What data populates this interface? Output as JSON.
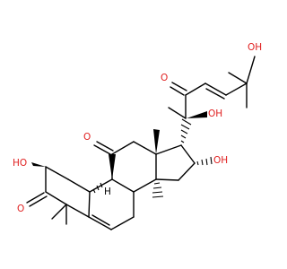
{
  "colors": {
    "bond": "#000000",
    "oxygen": "#e02020",
    "hydrogen": "#000000"
  },
  "labels": {
    "ho_top_right": "OH",
    "ketone_side_chain": "O",
    "oh_c20": "OH",
    "ketone_c11": "O",
    "oh_c16": "OH",
    "ho_c2": "HO",
    "ketone_c3": "O",
    "h_c10": "H"
  }
}
